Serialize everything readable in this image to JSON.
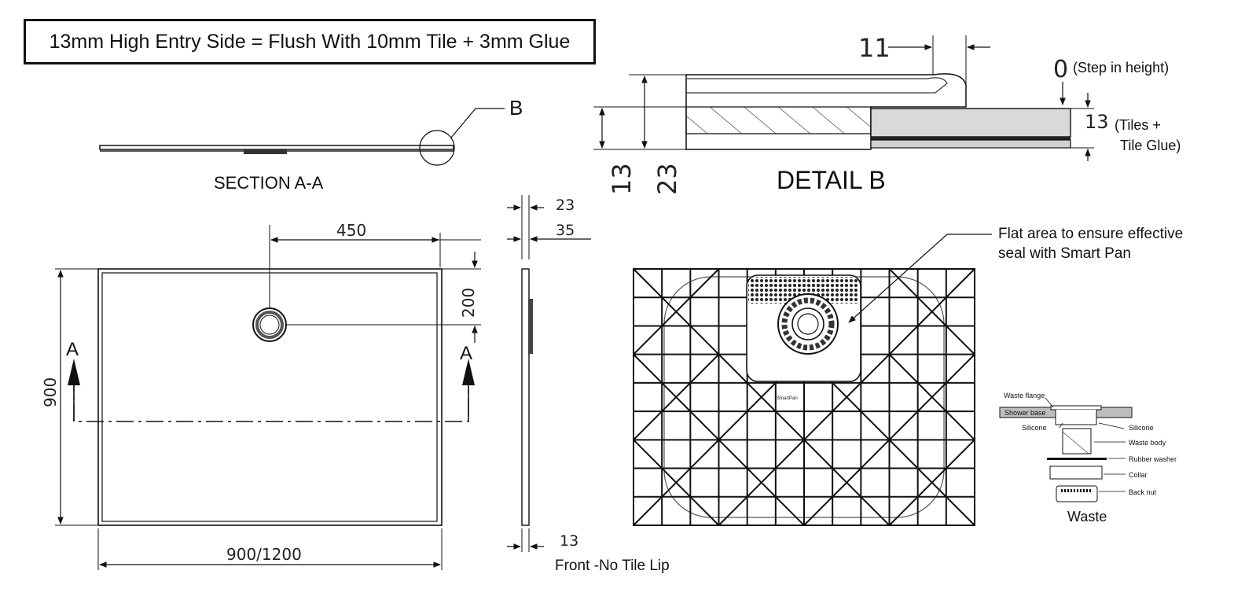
{
  "banner": {
    "text": "13mm High Entry Side = Flush With 10mm Tile + 3mm Glue"
  },
  "section": {
    "label": "SECTION A-A",
    "detail_marker": "B"
  },
  "detail": {
    "title": "DETAIL B",
    "dim_11": "11",
    "dim_0": "0",
    "step_note": "(Step in height)",
    "dim_13_right": "13",
    "tiles_note_line1": "(Tiles +",
    "tiles_note_line2": "Tile Glue)",
    "dim_13_vertical": "13",
    "dim_23_vertical": "23"
  },
  "plan": {
    "dim_450": "450",
    "dim_200": "200",
    "dim_900": "900",
    "dim_width": "900/1200",
    "section_mark_left": "A",
    "section_mark_right": "A"
  },
  "side": {
    "dim_23": "23",
    "dim_35": "35",
    "dim_13": "13",
    "front_note": "Front -No Tile Lip"
  },
  "underside": {
    "callout_line1": "Flat area to ensure effective",
    "callout_line2": "seal with Smart Pan",
    "brand_mark": "SmartPan"
  },
  "waste": {
    "title": "Waste",
    "labels": {
      "flange": "Waste flange",
      "base": "Shower base",
      "silicone_left": "Silicone",
      "silicone_right": "Silicone",
      "body": "Waste body",
      "washer": "Rubber washer",
      "collar": "Collar",
      "nut": "Back nut"
    }
  }
}
